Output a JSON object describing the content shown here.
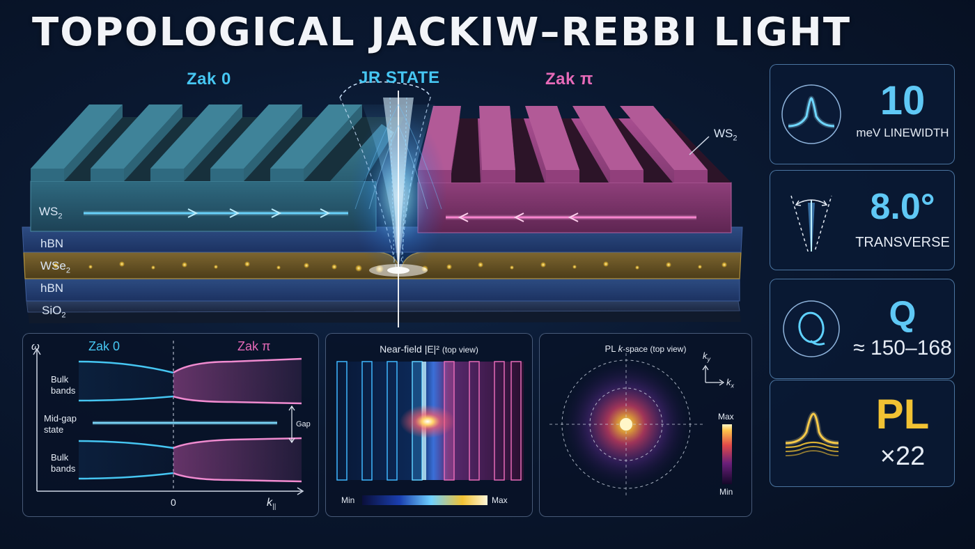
{
  "title": "TOPOLOGICAL JACKIW–REBBI LIGHT",
  "structure": {
    "left_label": "Zak 0",
    "center_label": "JR STATE",
    "right_label": "Zak π",
    "ws2_right_label": "WS",
    "ws2_right_sub": "2",
    "layers": [
      {
        "name": "WS",
        "sub": "2"
      },
      {
        "name": "hBN",
        "sub": ""
      },
      {
        "name": "WSe",
        "sub": "2"
      },
      {
        "name": "hBN",
        "sub": ""
      },
      {
        "name": "SiO",
        "sub": "2"
      }
    ]
  },
  "band_panel": {
    "omega": "ω",
    "left_label": "Zak 0",
    "right_label": "Zak π",
    "bulk_top_1": "Bulk",
    "bulk_top_2": "bands",
    "midgap_1": "Mid-gap",
    "midgap_2": "state",
    "bulk_bottom_1": "Bulk",
    "bulk_bottom_2": "bands",
    "gap": "Gap",
    "zero": "0",
    "k_axis": "k",
    "k_sub": "||"
  },
  "nearfield_panel": {
    "title": "Near-field |E|²",
    "title_suffix": "(top view)",
    "min": "Min",
    "max": "Max"
  },
  "kspace_panel": {
    "title_pre": "PL",
    "title_k": "k",
    "title_post": "-space (top view)",
    "ky": "k",
    "ky_sub": "y",
    "kx": "k",
    "kx_sub": "x",
    "max": "Max",
    "min": "Min"
  },
  "metrics": [
    {
      "value": "10",
      "label": "meV LINEWIDTH"
    },
    {
      "value": "8.0°",
      "label": "TRANSVERSE"
    },
    {
      "value": "Q",
      "label": "≈ 150–168"
    },
    {
      "value": "PL",
      "label": "×22"
    }
  ],
  "colors": {
    "cyan": "#46c6f2",
    "pink": "#e66ab8",
    "gold": "#f2c233",
    "teal_grating": "#2d5f73",
    "magenta_grating": "#8e3d78"
  }
}
